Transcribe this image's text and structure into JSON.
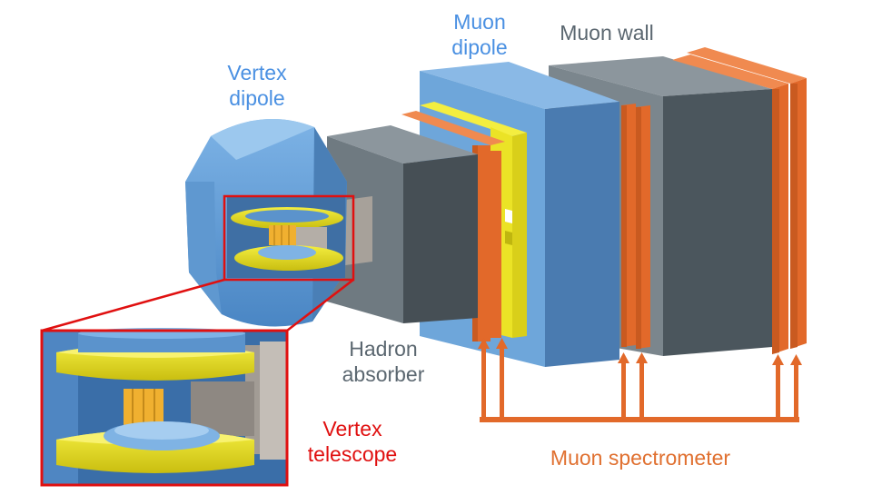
{
  "labels": {
    "vertex_dipole": [
      "Vertex",
      "dipole"
    ],
    "muon_dipole": [
      "Muon",
      "dipole"
    ],
    "muon_wall": "Muon wall",
    "hadron_absorber": [
      "Hadron",
      "absorber"
    ],
    "vertex_telescope": [
      "Vertex",
      "telescope"
    ],
    "muon_spectrometer": "Muon spectrometer"
  },
  "colors": {
    "vertex_dipole_text": "#4a90e2",
    "muon_dipole_text": "#4a90e2",
    "muon_wall_text": "#5b6770",
    "hadron_text": "#5b6770",
    "vertex_telescope_text": "#e01010",
    "muon_spectrometer_text": "#e07030",
    "magnet_blue": "#5a9bd6",
    "absorber_gray": "#4a555c",
    "coil_yellow": "#e8e020",
    "chamber_orange": "#e2692a",
    "zoom_frame_red": "#e01010"
  }
}
